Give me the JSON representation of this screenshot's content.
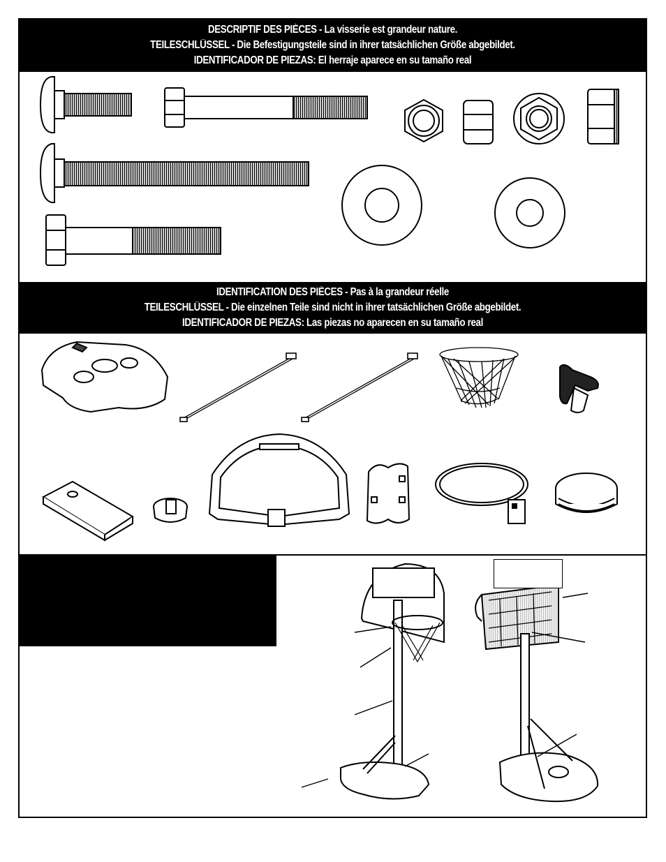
{
  "hardware_section": {
    "lines": [
      "DESCRIPTIF DES PIÈCES - La visserie est grandeur nature.",
      "TEILESCHLÜSSEL - Die Befestigungsteile sind in ihrer tatsächlichen Größe abgebildet.",
      "IDENTIFICADOR DE PIEZAS: El herraje aparece en su tamaño real"
    ],
    "items": [
      "carriage-bolt-short",
      "hex-bolt-long",
      "hex-nut",
      "lock-nut",
      "flange-nut-round",
      "flange-nut-side",
      "carriage-bolt-long",
      "large-washer",
      "small-washer",
      "hex-bolt-medium"
    ]
  },
  "parts_section": {
    "lines": [
      "IDENTIFICATION DES PIÈCES - Pas à la grandeur réelle",
      "TEILESCHLÜSSEL - Die einzelnen Teile sind nicht in ihrer tatsächlichen Größe abgebildet.",
      "IDENTIFICADOR DE PIEZAS: Las piezas no aparecen en su tamaño real"
    ],
    "items": [
      "base",
      "brace-rod-1",
      "brace-rod-2",
      "net",
      "knob",
      "bracket-plate",
      "pole-cap",
      "backboard",
      "pole-clamp",
      "rim",
      "base-plug"
    ]
  },
  "assembly_section": {
    "views": [
      "front-view",
      "rear-view"
    ]
  }
}
